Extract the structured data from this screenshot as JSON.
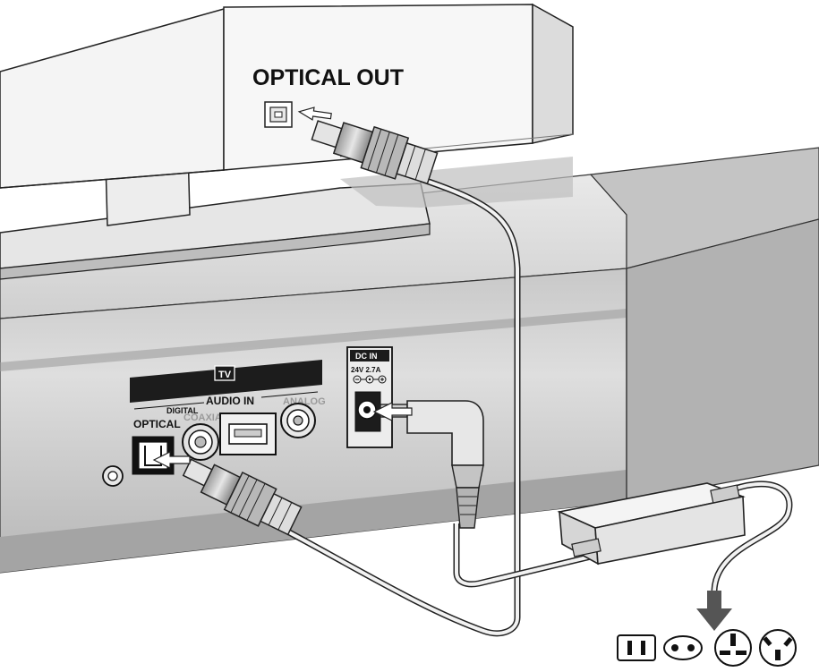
{
  "tv": {
    "optical_out_label": "OPTICAL OUT"
  },
  "soundbar": {
    "tv_badge": "TV",
    "audio_in_label": "AUDIO IN",
    "digital_label": "DIGITAL",
    "optical_label": "OPTICAL",
    "coaxial_label": "COAXIAL",
    "analog_label": "ANALOG",
    "dc_in_label": "DC IN",
    "dc_rating": "24V 2.7A"
  },
  "colors": {
    "panel_dark": "#1c1c1c",
    "body_gray": "#d2d2d2",
    "shadow_gray": "#a8a8a8",
    "outline": "#222222"
  },
  "icons": [
    "arrow-into-optical-out-icon",
    "arrow-into-optical-in-icon",
    "arrow-into-dc-in-icon",
    "arrow-down-icon",
    "plug-type-a-icon",
    "plug-type-c-icon",
    "plug-type-bf-icon",
    "plug-type-i-icon",
    "dc-polarity-icon"
  ]
}
